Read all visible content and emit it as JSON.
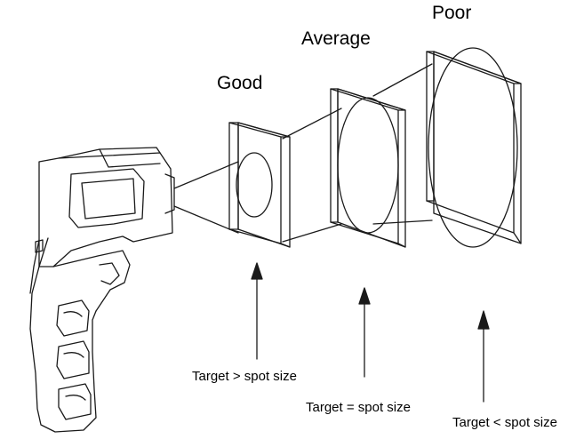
{
  "labels": {
    "good": "Good",
    "average": "Average",
    "poor": "Poor",
    "target_greater": "Target > spot size",
    "target_equal": "Target = spot size",
    "target_less": "Target < spot size"
  },
  "colors": {
    "line": "#1a1a1a",
    "background": "#ffffff"
  }
}
